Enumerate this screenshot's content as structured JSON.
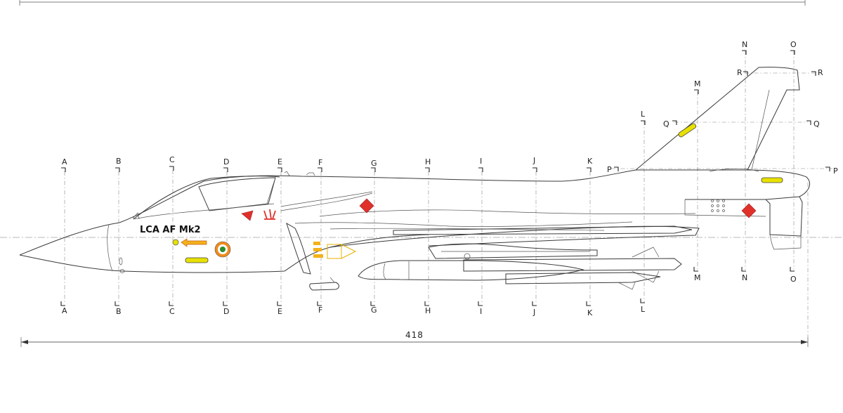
{
  "drawing": {
    "designation": "LCA AF Mk2",
    "overall_length": "418",
    "colors": {
      "outline": "#3a3a3a",
      "marking_red": "#e0302a",
      "marking_yellow": "#e8e000",
      "roundel_saffron": "#f08a1c",
      "roundel_green": "#2e8b2e"
    }
  },
  "stations": {
    "A": "A",
    "B": "B",
    "C": "C",
    "D": "D",
    "E": "E",
    "F": "F",
    "G": "G",
    "H": "H",
    "I": "I",
    "J": "J",
    "K": "K",
    "L": "L",
    "M": "M",
    "N": "N",
    "O": "O",
    "P": "P",
    "Q": "Q",
    "R": "R"
  }
}
